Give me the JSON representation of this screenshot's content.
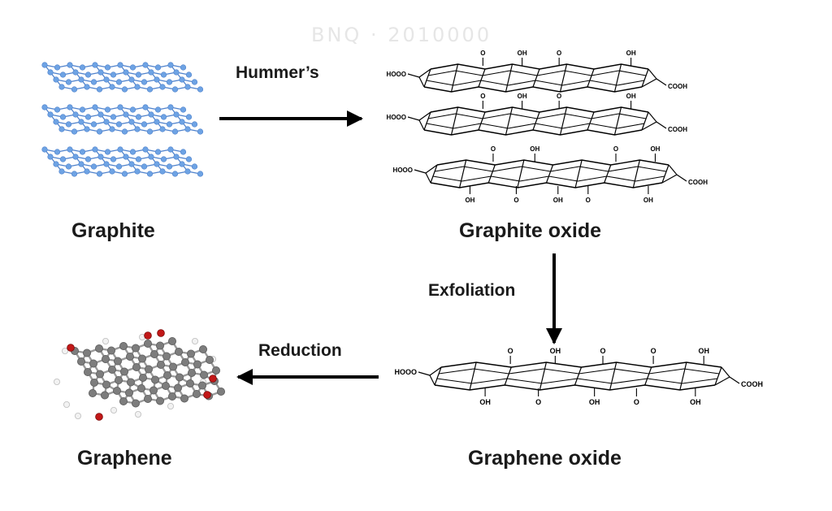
{
  "labels": {
    "graphite": "Graphite",
    "graphite_oxide": "Graphite oxide",
    "graphene_oxide": "Graphene oxide",
    "graphene": "Graphene",
    "hummers": "Hummer’s",
    "exfoliation": "Exfoliation",
    "reduction": "Reduction"
  },
  "watermark": "BNQ · 2010000",
  "groups": {
    "hooo": "HOOO",
    "cooh": "COOH",
    "oh": "OH",
    "o": "O"
  },
  "colors": {
    "atom_blue": "#6ea3e4",
    "bond_blue": "#4f82cc",
    "carbon_gray": "#7d7d7d",
    "oxygen_red": "#c21818",
    "hydrogen_white": "#f2f2f2",
    "arrow": "#000000"
  }
}
